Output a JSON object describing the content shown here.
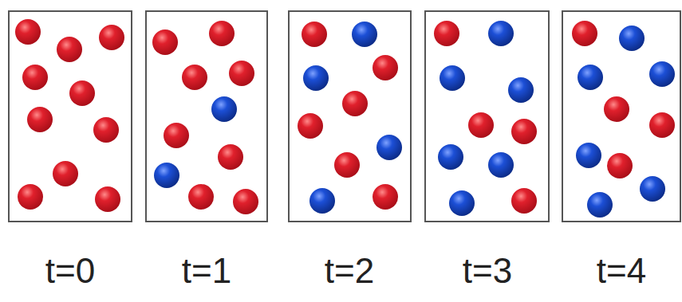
{
  "diagram": {
    "labels": [
      "t=0",
      "t=1",
      "t=2",
      "t=3",
      "t=4"
    ]
  }
}
